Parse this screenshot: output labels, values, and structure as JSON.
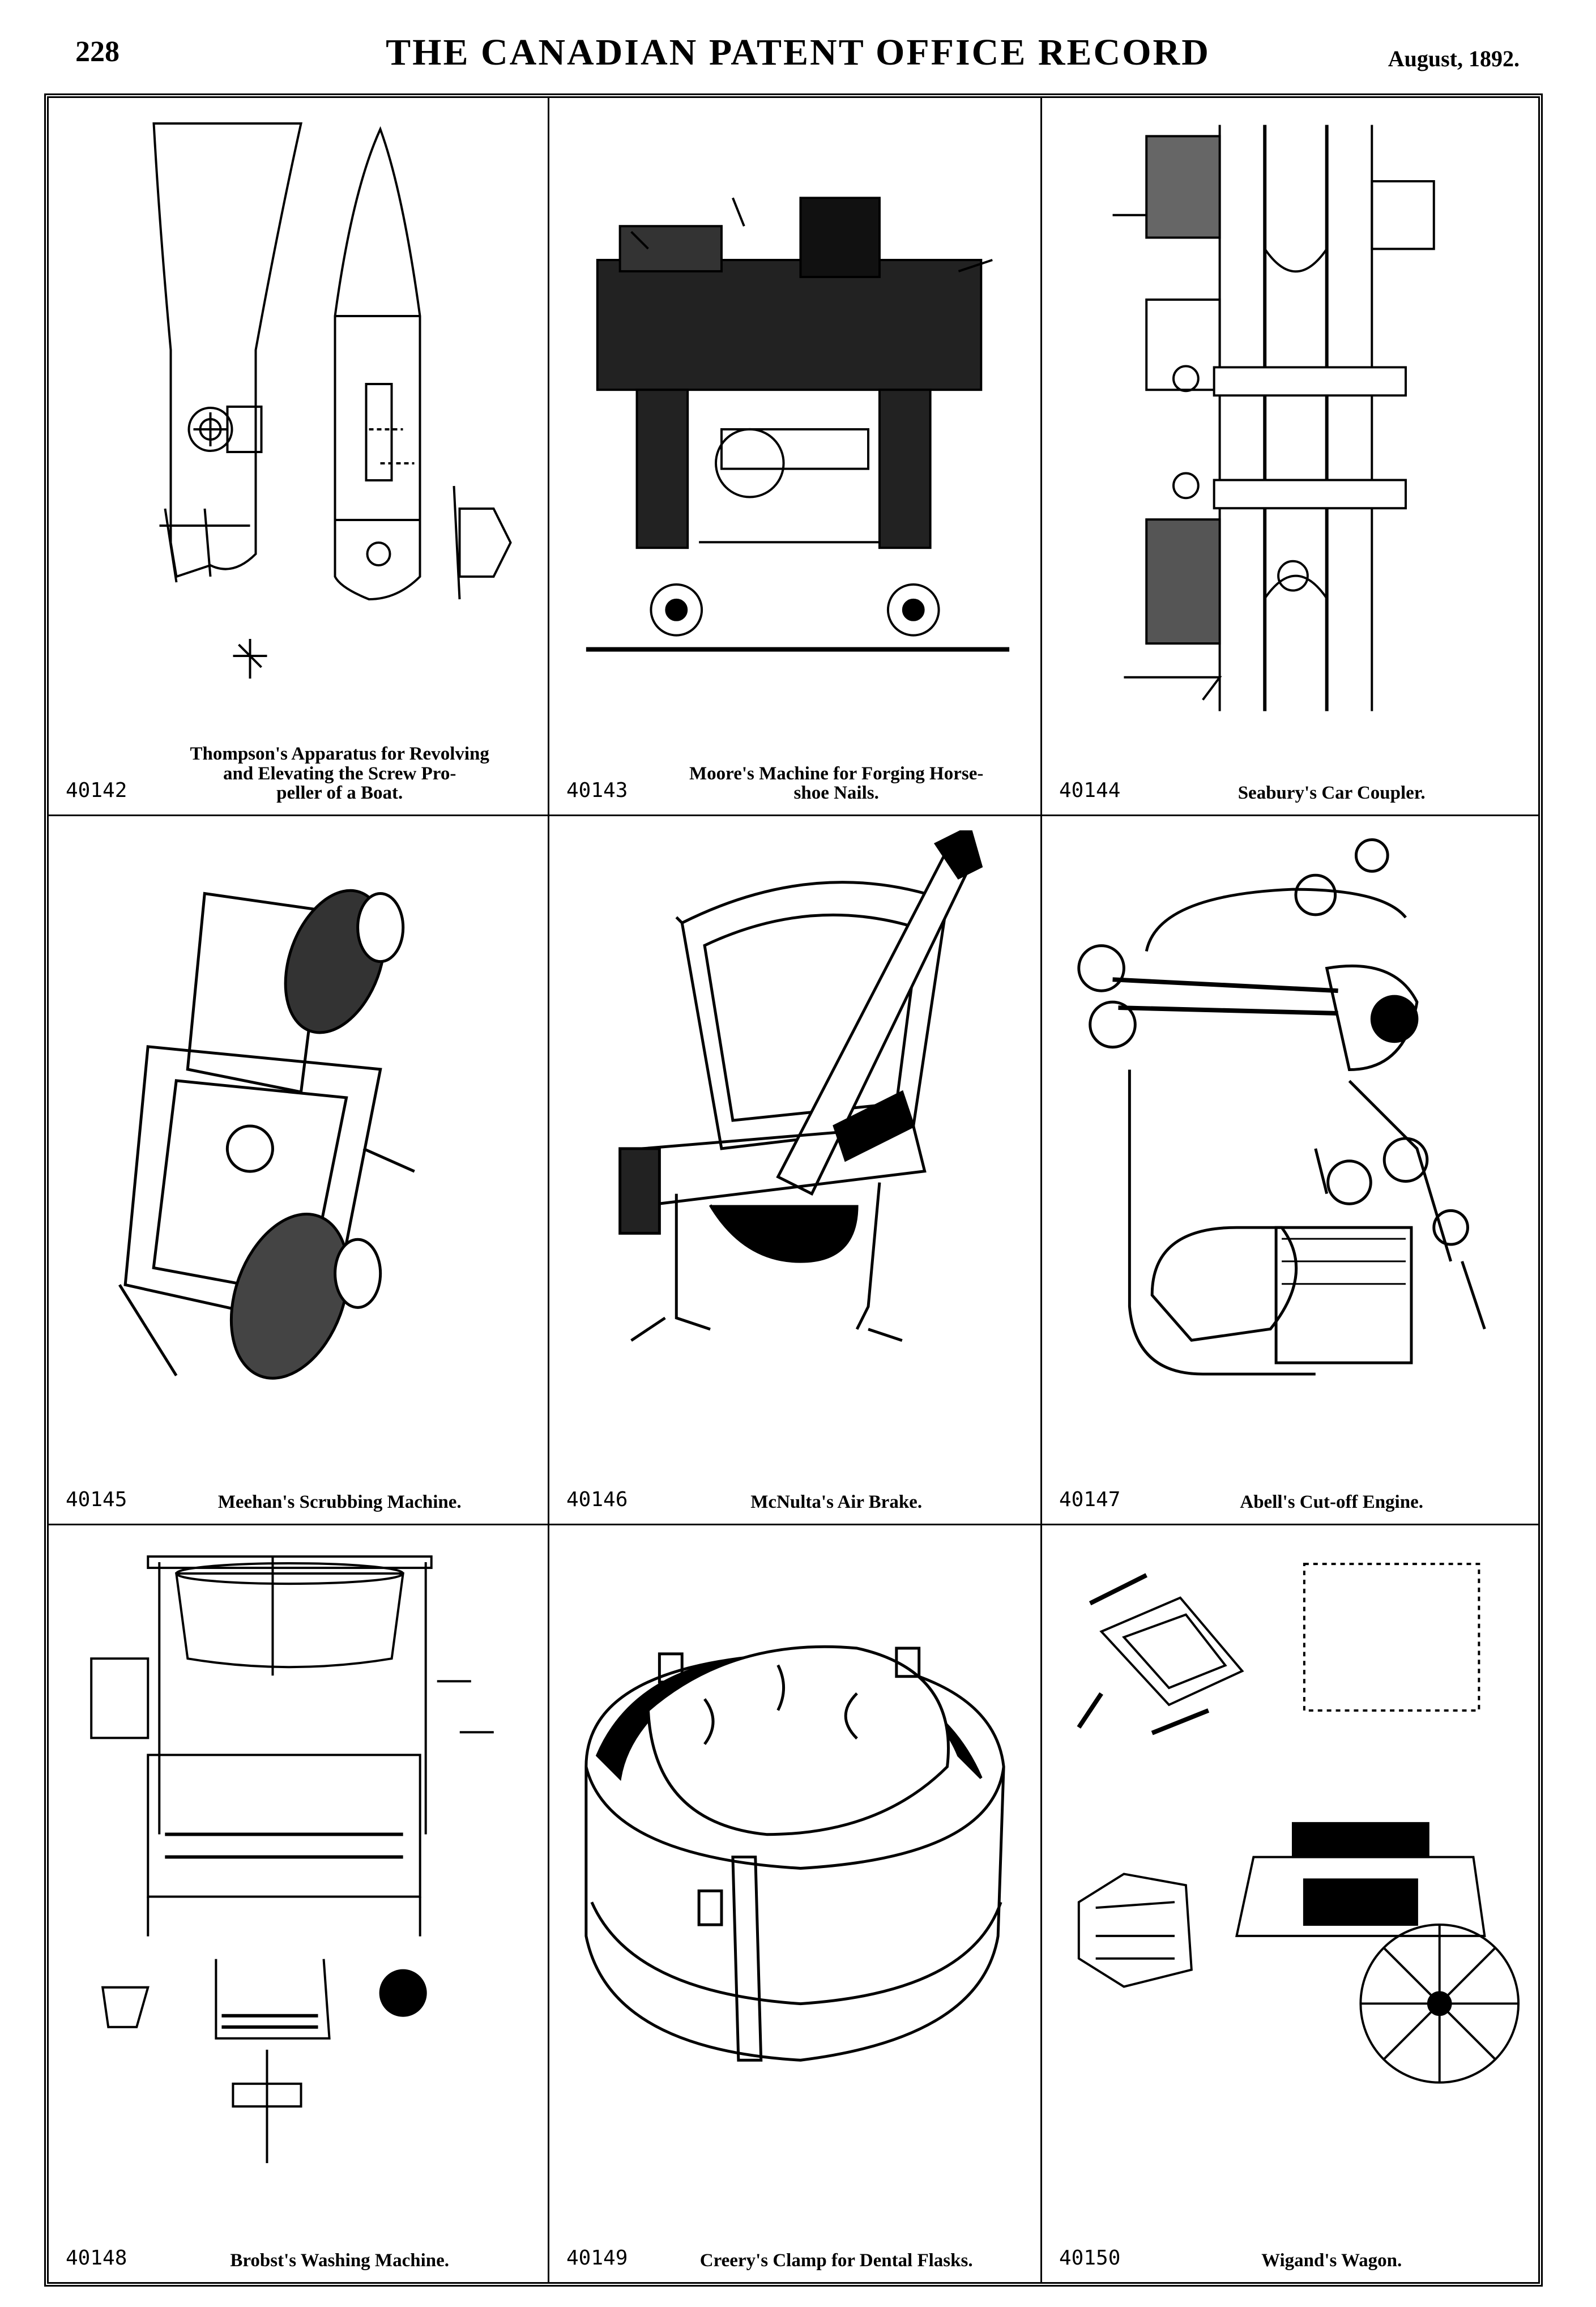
{
  "header": {
    "page_number": "228",
    "title": "THE CANADIAN PATENT OFFICE RECORD",
    "date": "August, 1892."
  },
  "patents": [
    {
      "number": "40142",
      "title": "Thompson's Apparatus for Revolving and Elevating the Screw Propeller of a Boat.",
      "title_line1": "Thompson's Apparatus for Revolving",
      "title_line2": "and Elevating the Screw Pro-",
      "title_line3": "peller of a Boat."
    },
    {
      "number": "40143",
      "title": "Moore's Machine for Forging Horseshoe Nails.",
      "title_line1": "Moore's Machine for Forging Horse-",
      "title_line2": "shoe Nails."
    },
    {
      "number": "40144",
      "title": "Seabury's Car Coupler.",
      "title_line1": "Seabury's Car Coupler."
    },
    {
      "number": "40145",
      "title": "Meehan's Scrubbing Machine.",
      "title_line1": "Meehan's Scrubbing Machine."
    },
    {
      "number": "40146",
      "title": "McNulta's Air Brake.",
      "title_line1": "McNulta's Air Brake."
    },
    {
      "number": "40147",
      "title": "Abell's Cut-off Engine.",
      "title_line1": "Abell's Cut-off Engine."
    },
    {
      "number": "40148",
      "title": "Brobst's Washing Machine.",
      "title_line1": "Brobst's Washing Machine."
    },
    {
      "number": "40149",
      "title": "Creery's Clamp for Dental Flasks.",
      "title_line1": "Creery's Clamp for Dental Flasks."
    },
    {
      "number": "40150",
      "title": "Wigand's Wagon.",
      "title_line1": "Wigand's Wagon."
    }
  ]
}
